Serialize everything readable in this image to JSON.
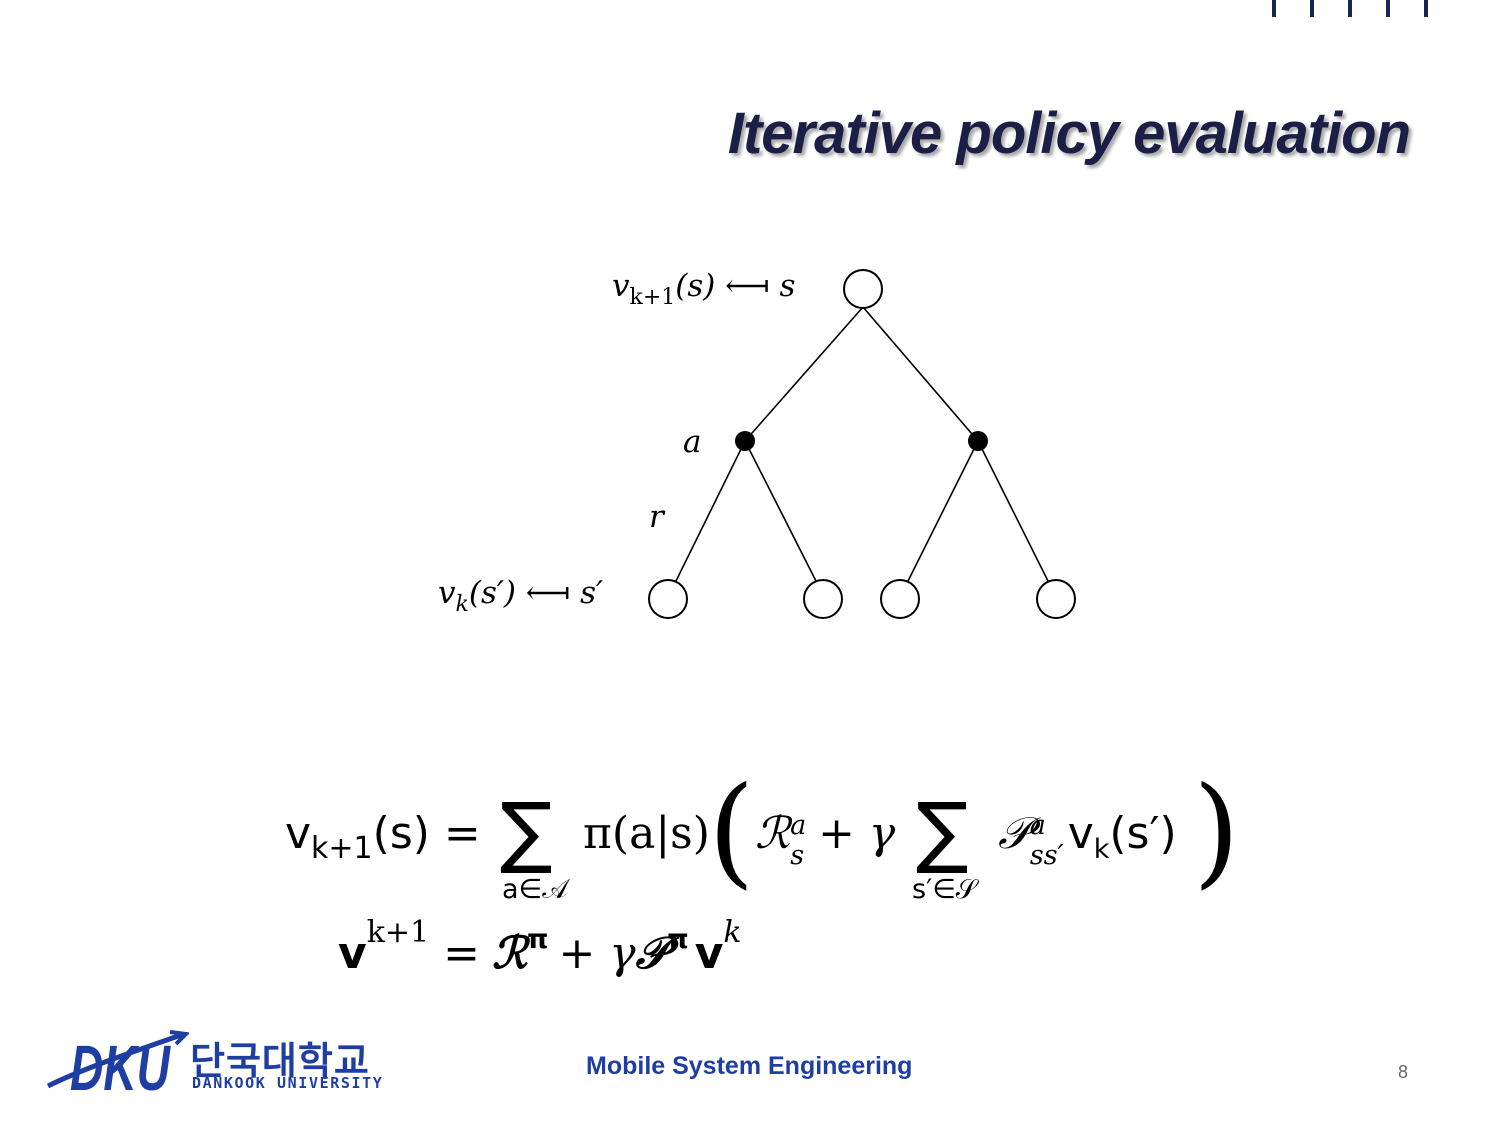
{
  "slide": {
    "title": "Iterative policy evaluation",
    "footer_title": "Mobile System Engineering",
    "page_number": "8"
  },
  "logo": {
    "mark": "DKU",
    "korean": "단국대학교",
    "english": "DANKOOK UNIVERSITY"
  },
  "diagram": {
    "root_label_v": "v",
    "root_label_sub": "k+1",
    "root_label_rest": "(s) ⟻ s",
    "action_label": "a",
    "reward_label": "r",
    "leaf_label_v": "v",
    "leaf_label_sub": "k",
    "leaf_label_rest": "(s′) ⟻ s′"
  },
  "equations": {
    "eq1": {
      "lhs_v": "v",
      "lhs_sub": "k+1",
      "lhs_rest": "(s) =",
      "sum": "∑",
      "sum1_sub": "a∈𝒜",
      "policy": "π(a|s)",
      "open_paren": "(",
      "reward": "ℛ",
      "reward_sup": "a",
      "reward_sub": "s",
      "plus_gamma": "+ γ",
      "sum2_sub": "s′∈𝒮",
      "transition": "𝒫",
      "trans_sup": "a",
      "trans_sub": "ss′",
      "value": "v",
      "value_sub": "k",
      "value_arg": "(s′)",
      "close_paren": ")"
    },
    "eq2": {
      "lhs": "v",
      "lhs_sup": "k+1",
      "equals": "=",
      "reward": "ℛ",
      "pi1": "π",
      "plus_gamma": "+ γ",
      "transition": "𝒫",
      "pi2": "π",
      "value": "v",
      "value_sup": "k"
    }
  }
}
